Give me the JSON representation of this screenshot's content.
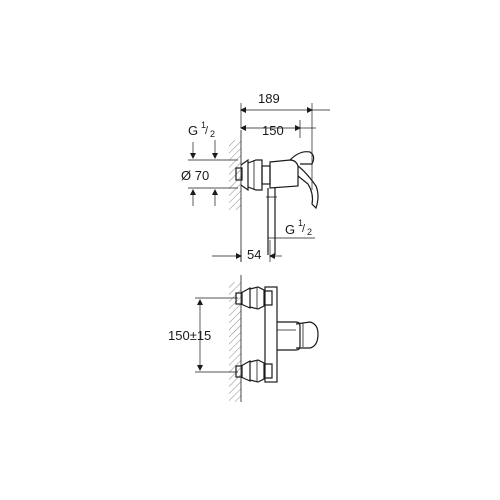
{
  "top_view": {
    "dim_overall": "189",
    "dim_inner": "150",
    "dim_thread_top_g": "G",
    "dim_thread_top_sup": "1",
    "dim_thread_top_sub": "2",
    "dim_diameter": "Ø 70",
    "dim_thread_bottom_g": "G",
    "dim_thread_bottom_sup": "1",
    "dim_thread_bottom_sub": "2",
    "dim_depth": "54"
  },
  "bottom_view": {
    "dim_spacing": "150±15"
  }
}
